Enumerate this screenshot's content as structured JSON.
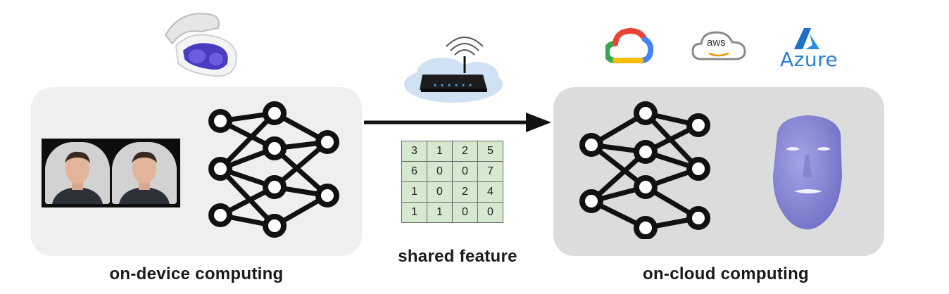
{
  "captions": {
    "device": "on-device computing",
    "shared": "shared feature",
    "cloud": "on-cloud computing"
  },
  "feature_matrix": [
    [
      "3",
      "1",
      "2",
      "5"
    ],
    [
      "6",
      "0",
      "0",
      "7"
    ],
    [
      "1",
      "0",
      "2",
      "4"
    ],
    [
      "1",
      "1",
      "0",
      "0"
    ]
  ],
  "cloud_logos": {
    "aws": "aws",
    "azure": "Azure"
  },
  "icons": [
    "vr-headset-icon",
    "wifi-router-icon",
    "google-cloud-icon",
    "aws-icon",
    "azure-icon",
    "neural-network-icon",
    "face-mesh-icon",
    "arrow-icon"
  ],
  "colors": {
    "device_panel": "#efefef",
    "cloud_panel": "#dcdcdc",
    "matrix_fill": "#d6e8cf",
    "face_mesh": "#8f8fd6",
    "azure_blue": "#2a7fd0"
  }
}
